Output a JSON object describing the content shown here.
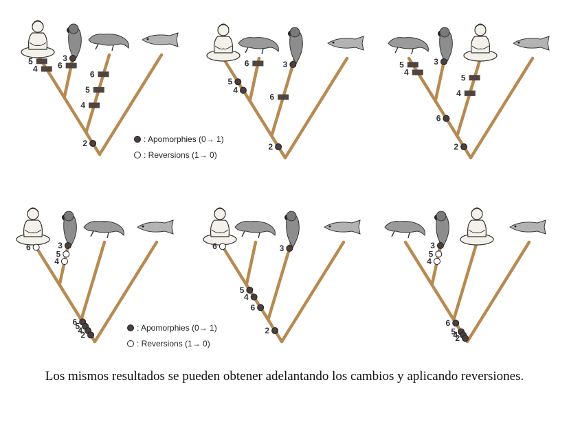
{
  "legend": {
    "apomorphies": ": Apomorphies (0→ 1)",
    "reversions": ": Reversions (1→ 0)"
  },
  "caption": "Los mismos resultados se pueden obtener adelantando los cambios y aplicando reversiones.",
  "icons": [
    "human-figure-icon",
    "parrot-icon",
    "lizard-icon",
    "fish-icon"
  ],
  "colors": {
    "branch": "#b78a52",
    "apomorphy": "#4a4040",
    "bar": "#4f4540",
    "reversion": "#ffffff"
  },
  "trees": [
    {
      "taxa": [
        "human",
        "parrot",
        "lizard",
        "fish"
      ],
      "bars": [
        {
          "label": "5",
          "branch": 0,
          "t": 0.85
        },
        {
          "label": "4",
          "branch": 0,
          "t": 0.67
        },
        {
          "label": "6",
          "branch": 1,
          "t": 0.75
        },
        {
          "label": "6",
          "branch": 2,
          "t": 0.75
        },
        {
          "label": "5",
          "branch": 2,
          "t": 0.55
        },
        {
          "label": "4",
          "branch": 2,
          "t": 0.35
        }
      ],
      "apo": [
        {
          "label": "3",
          "branch": 1,
          "t": 0.92
        },
        {
          "label": "2",
          "branch": "root",
          "t": 0.5
        }
      ],
      "rev": []
    },
    {
      "taxa": [
        "human",
        "lizard",
        "parrot",
        "fish"
      ],
      "bars": [
        {
          "label": "6",
          "branch": 1,
          "t": 0.88
        },
        {
          "label": "6",
          "branch": 2,
          "t": 0.5
        }
      ],
      "apo": [
        {
          "label": "3",
          "branch": 2,
          "t": 0.92
        },
        {
          "label": "5",
          "branch": 0,
          "t": 0.45
        },
        {
          "label": "4",
          "branch": 0,
          "t": 0.25
        },
        {
          "label": "2",
          "branch": "root",
          "t": 0.5
        }
      ],
      "rev": []
    },
    {
      "taxa": [
        "lizard",
        "parrot",
        "human",
        "fish"
      ],
      "bars": [
        {
          "label": "5",
          "branch": 0,
          "t": 0.85
        },
        {
          "label": "4",
          "branch": 0,
          "t": 0.67
        },
        {
          "label": "5",
          "branch": 2,
          "t": 0.75
        },
        {
          "label": "4",
          "branch": 2,
          "t": 0.55
        }
      ],
      "apo": [
        {
          "label": "3",
          "branch": 1,
          "t": 0.92
        },
        {
          "label": "6",
          "branch": "n1",
          "t": 0.5
        },
        {
          "label": "2",
          "branch": "root",
          "t": 0.5
        }
      ],
      "rev": []
    },
    {
      "taxa": [
        "human",
        "parrot",
        "lizard",
        "fish"
      ],
      "bars": [],
      "apo": [
        {
          "label": "3",
          "branch": 1,
          "t": 0.92
        },
        {
          "label": "6",
          "branch": "n2",
          "t": 0.9
        },
        {
          "label": "5",
          "branch": "n2",
          "t": 0.7
        },
        {
          "label": "4",
          "branch": "n2",
          "t": 0.5
        },
        {
          "label": "2",
          "branch": "n2",
          "t": 0.3
        }
      ],
      "rev": [
        {
          "label": "6",
          "branch": 0,
          "t": 0.88
        },
        {
          "label": "5",
          "branch": 1,
          "t": 0.72
        },
        {
          "label": "4",
          "branch": 1,
          "t": 0.55
        }
      ]
    },
    {
      "taxa": [
        "human",
        "lizard",
        "parrot",
        "fish"
      ],
      "bars": [],
      "apo": [
        {
          "label": "3",
          "branch": 2,
          "t": 0.92
        },
        {
          "label": "5",
          "branch": "n1",
          "t": 0.85
        },
        {
          "label": "4",
          "branch": "n1",
          "t": 0.65
        },
        {
          "label": "6",
          "branch": "n1",
          "t": 0.35
        },
        {
          "label": "2",
          "branch": "root",
          "t": 0.5
        }
      ],
      "rev": [
        {
          "label": "6",
          "branch": 0,
          "t": 0.9
        }
      ]
    },
    {
      "taxa": [
        "lizard",
        "parrot",
        "human",
        "fish"
      ],
      "bars": [],
      "apo": [
        {
          "label": "3",
          "branch": 1,
          "t": 0.92
        },
        {
          "label": "6",
          "branch": "n2",
          "t": 0.85
        },
        {
          "label": "5",
          "branch": "n2",
          "t": 0.45
        },
        {
          "label": "4",
          "branch": "n2",
          "t": 0.3
        },
        {
          "label": "2",
          "branch": "n2",
          "t": 0.15
        }
      ],
      "rev": [
        {
          "label": "5",
          "branch": 1,
          "t": 0.72
        },
        {
          "label": "4",
          "branch": 1,
          "t": 0.55
        }
      ]
    }
  ]
}
